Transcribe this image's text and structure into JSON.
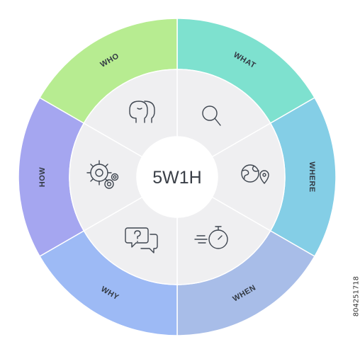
{
  "center": {
    "title": "5W1H"
  },
  "segments": [
    {
      "id": "what",
      "label": "WHAT",
      "color": "#7ee1cf",
      "icon": "magnifier-icon"
    },
    {
      "id": "where",
      "label": "WHERE",
      "color": "#84cee6",
      "icon": "globe-location-pin-icon"
    },
    {
      "id": "when",
      "label": "WHEN",
      "color": "#a8bde8",
      "icon": "stopwatch-icon"
    },
    {
      "id": "why",
      "label": "WHY",
      "color": "#9dbaf5",
      "icon": "question-speech-bubbles-icon"
    },
    {
      "id": "how",
      "label": "HOW",
      "color": "#a5a6f0",
      "icon": "gears-icon"
    },
    {
      "id": "who",
      "label": "WHO",
      "color": "#b7ec91",
      "icon": "people-heads-icon"
    }
  ],
  "inner_ring_color": "#efeff1",
  "side_credit": "804251718"
}
